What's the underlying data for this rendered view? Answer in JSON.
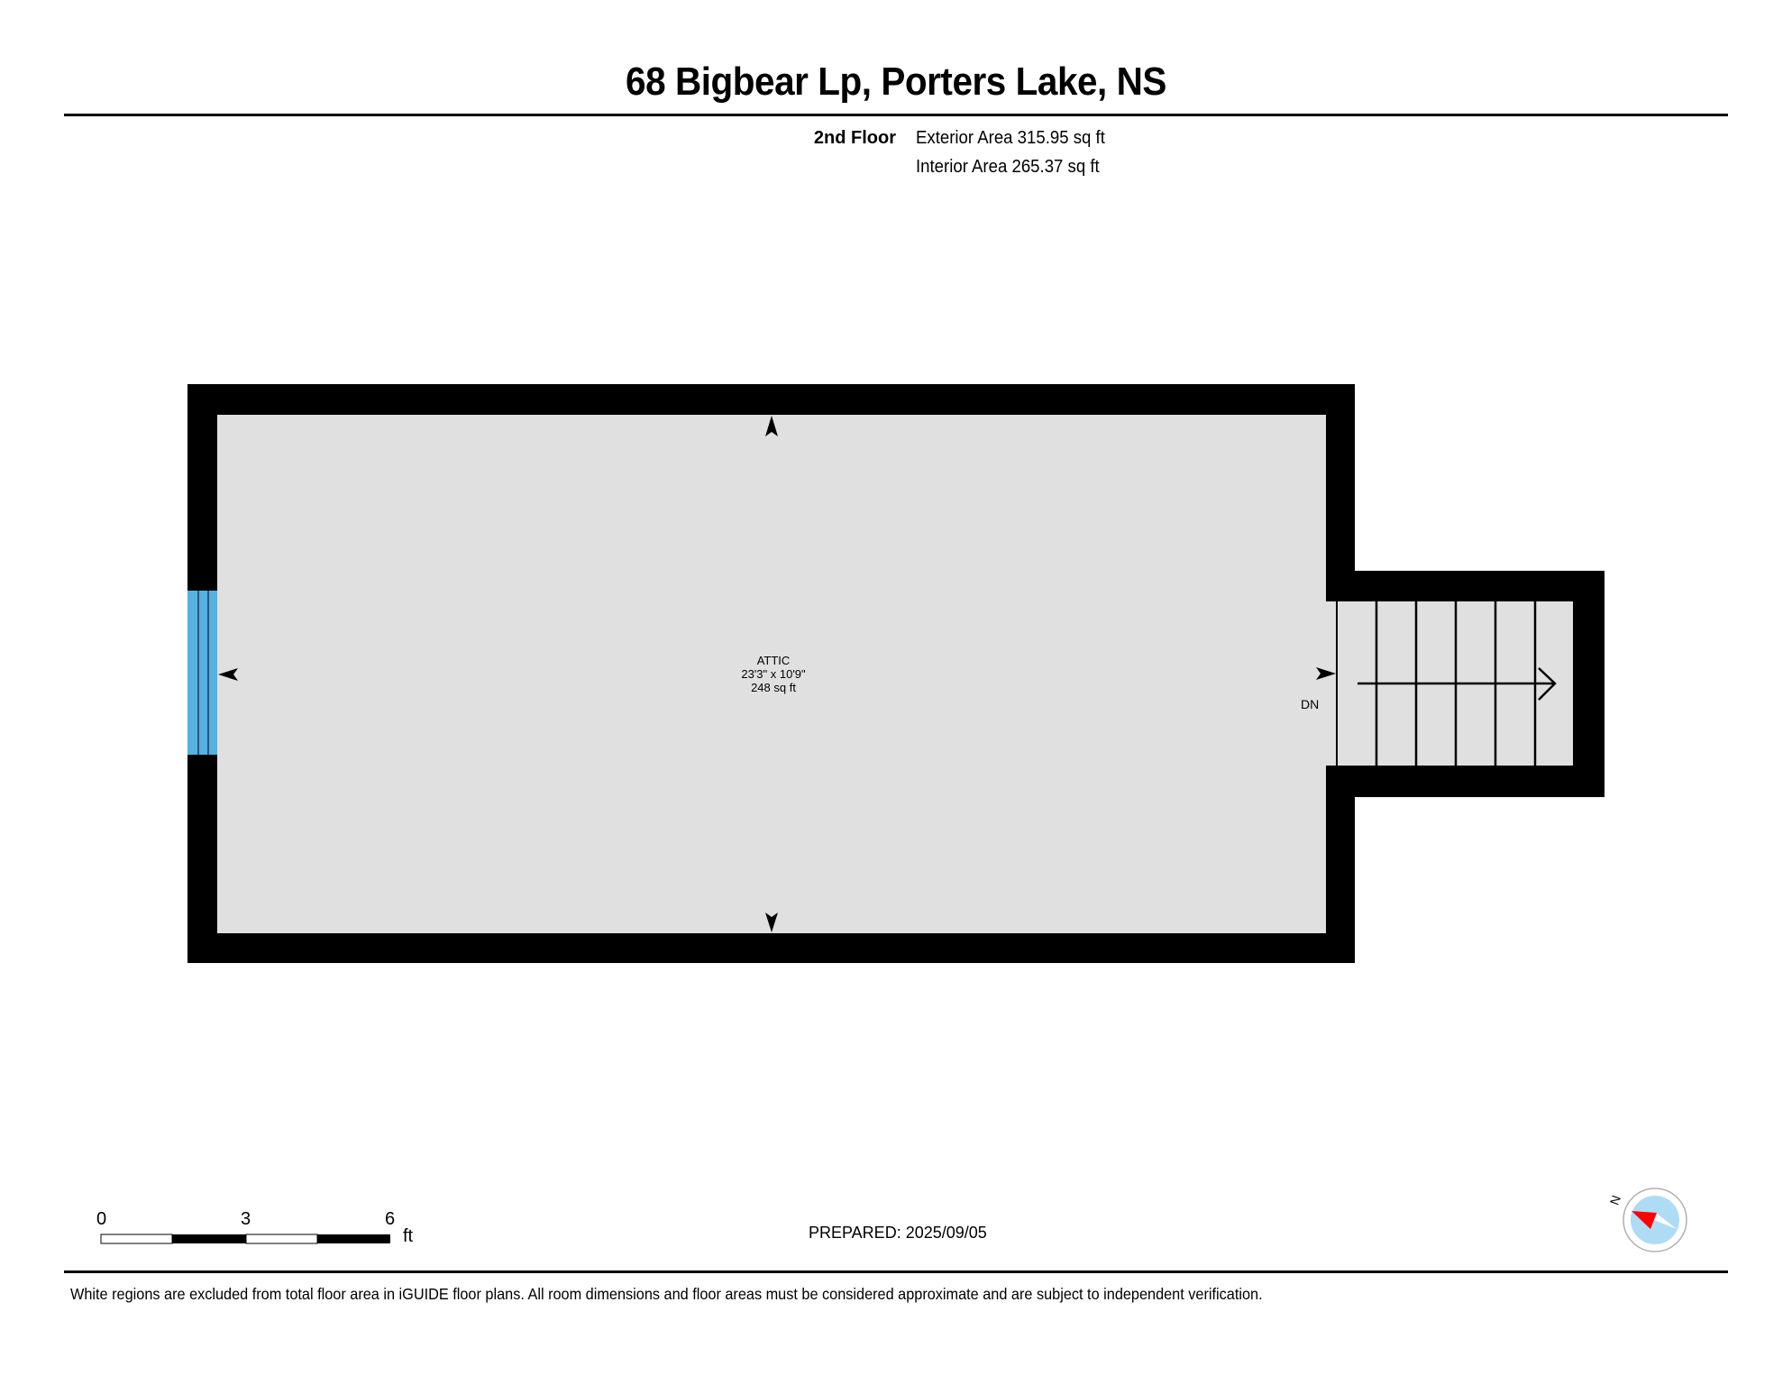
{
  "header": {
    "title": "68 Bigbear Lp, Porters Lake, NS",
    "floor_name": "2nd Floor",
    "exterior_area": "Exterior Area 315.95 sq ft",
    "interior_area": "Interior Area 265.37 sq ft"
  },
  "plan": {
    "room": {
      "name": "ATTIC",
      "dimensions": "23'3\" x 10'9\"",
      "area": "248 sq ft"
    },
    "stairs_label": "DN",
    "colors": {
      "wall": "#000000",
      "floor": "#e0e0e0",
      "window": "#56b0e0",
      "window_line": "#1a3a5a"
    },
    "stair_treads": 6
  },
  "scale_bar": {
    "labels": [
      "0",
      "3",
      "6"
    ],
    "unit": "ft"
  },
  "prepared": "PREPARED: 2025/09/05",
  "compass": {
    "north_label": "N",
    "colors": {
      "ring": "#b0b0b0",
      "face": "#aedcf5",
      "needle_north": "#ff0000",
      "needle_south": "#ffffff"
    }
  },
  "footer": {
    "disclaimer": "White regions are excluded from total floor area in iGUIDE floor plans. All room dimensions and floor areas must be considered approximate and are subject to independent verification."
  }
}
